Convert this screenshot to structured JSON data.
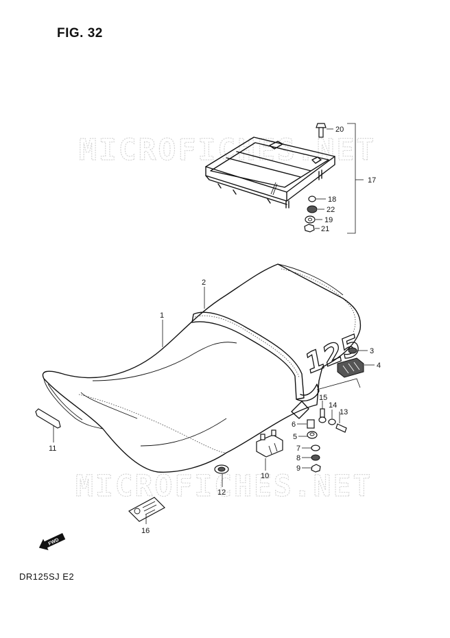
{
  "figure": {
    "title": "FIG. 32",
    "model_code": "DR125SJ  E2"
  },
  "watermark": {
    "text": "MICROFICHES.NET",
    "color": "#d4d4d4"
  },
  "emblem_text": "125",
  "fwd_label": "FWD",
  "callouts": {
    "c1": "1",
    "c2": "2",
    "c3": "3",
    "c4": "4",
    "c5": "5",
    "c6": "6",
    "c7": "7",
    "c8": "8",
    "c9": "9",
    "c10": "10",
    "c11": "11",
    "c12": "12",
    "c13": "13",
    "c14": "14",
    "c15": "15",
    "c16": "16",
    "c17": "17",
    "c18": "18",
    "c19": "19",
    "c20": "20",
    "c21": "21",
    "c22": "22"
  }
}
